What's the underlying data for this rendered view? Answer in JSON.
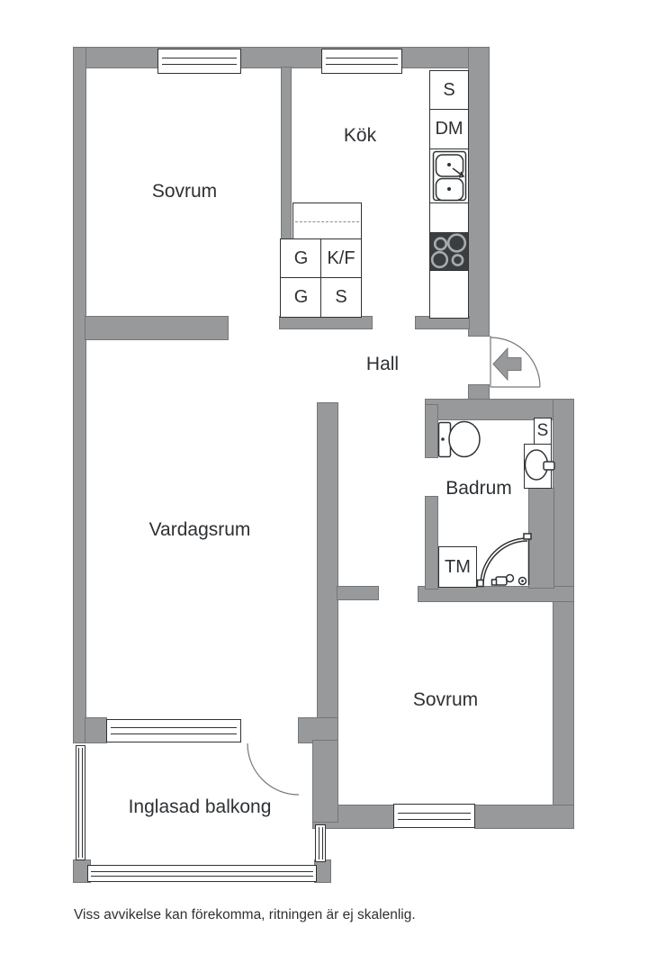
{
  "rooms": {
    "bedroom_top": {
      "label": "Sovrum"
    },
    "kitchen": {
      "label": "Kök"
    },
    "hall": {
      "label": "Hall"
    },
    "living_room": {
      "label": "Vardagsrum"
    },
    "bathroom": {
      "label": "Badrum"
    },
    "bedroom_bottom": {
      "label": "Sovrum"
    },
    "balcony": {
      "label": "Inglasad balkong"
    }
  },
  "labels": {
    "kitchen_tall_cabinet": "S",
    "dishwasher": "DM",
    "wardrobe_1": "G",
    "fridge_freezer": "K/F",
    "wardrobe_2": "G",
    "kitchen_cabinet": "S",
    "bathroom_cabinet": "S",
    "washing_machine": "TM"
  },
  "footer": {
    "disclaimer": "Viss avvikelse kan förekomma, ritningen är ej skalenlig."
  },
  "colors": {
    "wall": "#97999b",
    "wall_edge": "#74777a",
    "line": "#2f3235",
    "stove_bg": "#3b3e41",
    "stove_ring": "#a8abae",
    "text": "#2e3134",
    "dashed": "#8a8d90",
    "bg": "#ffffff"
  }
}
